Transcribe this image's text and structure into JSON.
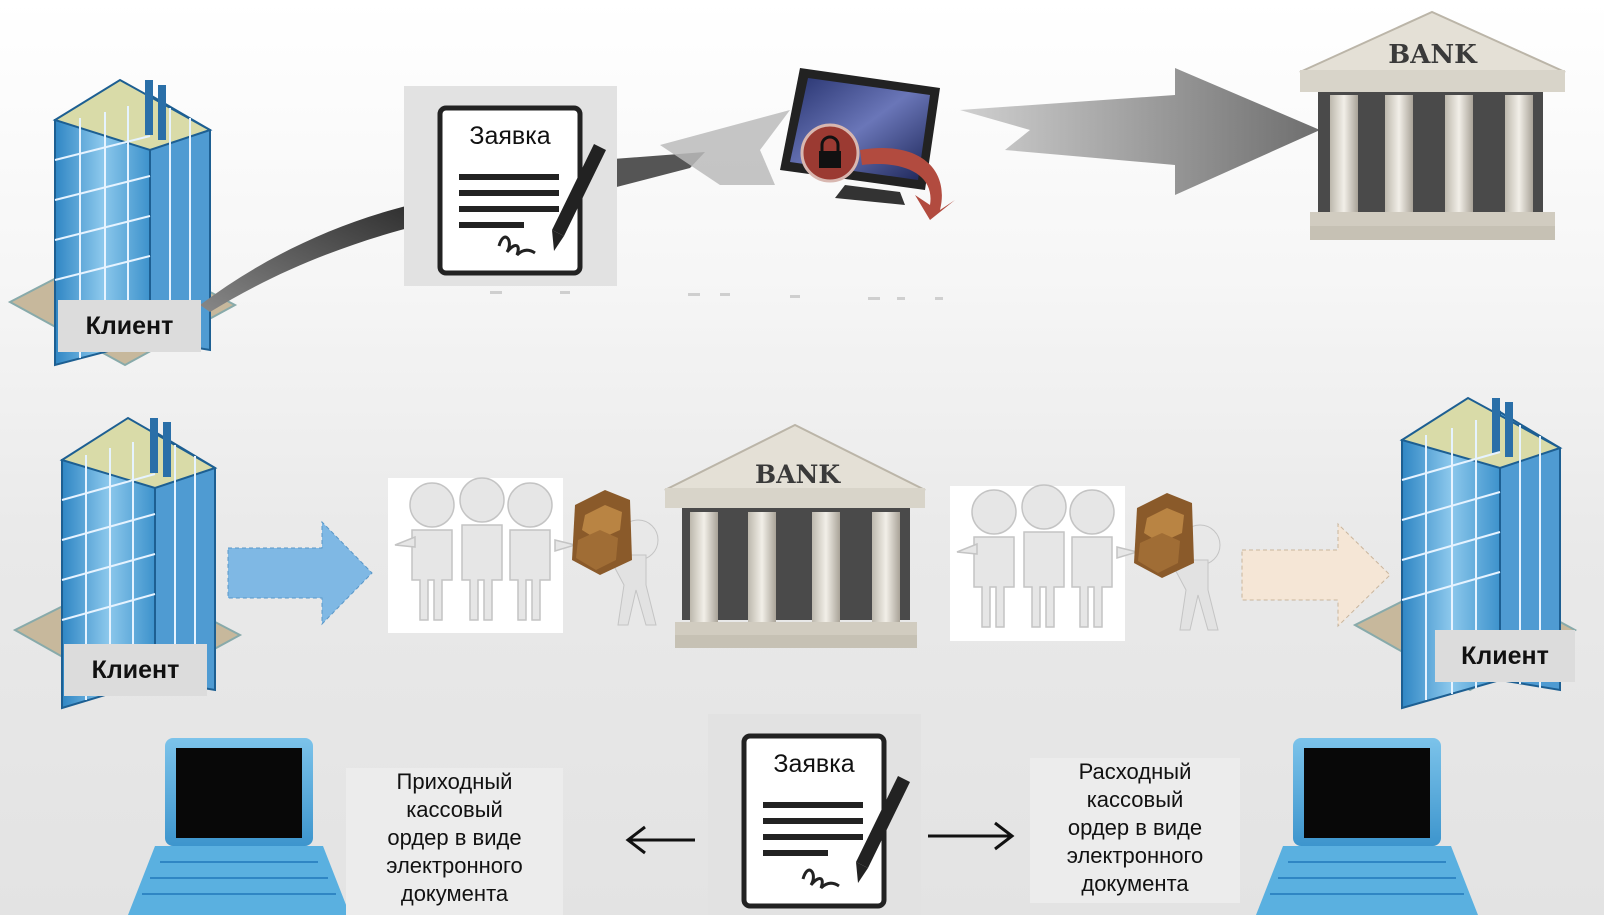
{
  "clients": {
    "top_left": "Клиент",
    "bottom_left": "Клиент",
    "bottom_right": "Клиент"
  },
  "requests": {
    "top": "Заявка",
    "bottom": "Заявка"
  },
  "banks": {
    "top": "BANK",
    "middle": "BANK"
  },
  "incoming_order": {
    "lines": [
      "Приходный",
      "кассовый",
      "ордер в виде",
      "электронного",
      "документа"
    ]
  },
  "outgoing_order": {
    "lines": [
      "Расходный",
      "кассовый",
      "ордер в виде",
      "электронного",
      "документа"
    ]
  },
  "colors": {
    "building_blue": "#5aa9dc",
    "incoming_arrow": "#7fb8e4",
    "outgoing_arrow": "#f5e6d6",
    "gray_arrow": "#7a7a7a",
    "laptop_blue": "#3f9fd6"
  }
}
